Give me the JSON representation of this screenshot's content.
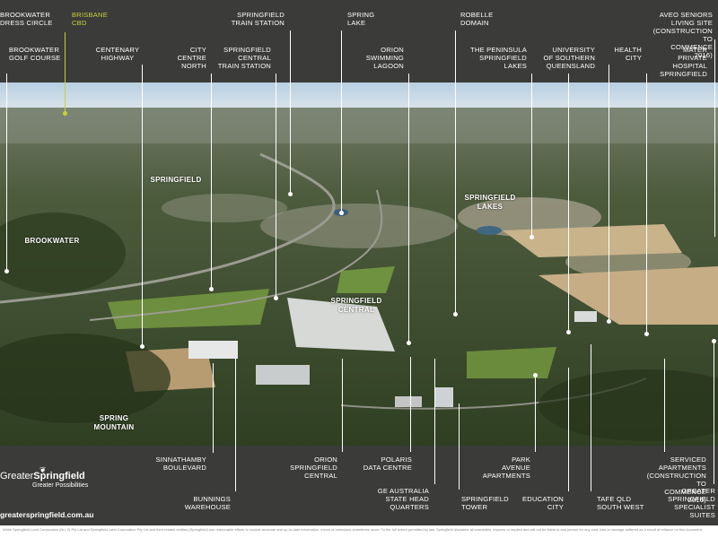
{
  "top_labels": [
    {
      "key": "brookwater_dress_circle",
      "text": "BROOKWATER\nDRESS CIRCLE"
    },
    {
      "key": "brisbane_cbd",
      "text": "BRISBANE\nCBD"
    },
    {
      "key": "brookwater_golf_course",
      "text": "BROOKWATER\nGOLF COURSE"
    },
    {
      "key": "centenary_highway",
      "text": "CENTENARY\nHIGHWAY"
    },
    {
      "key": "city_centre_north",
      "text": "CITY\nCENTRE\nNORTH"
    },
    {
      "key": "springfield_train_station",
      "text": "SPRINGFIELD\nTRAIN STATION"
    },
    {
      "key": "springfield_central_train_station",
      "text": "SPRINGFIELD\nCENTRAL\nTRAIN STATION"
    },
    {
      "key": "spring_lake",
      "text": "SPRING\nLAKE"
    },
    {
      "key": "orion_swimming_lagoon",
      "text": "ORION\nSWIMMING\nLAGOON"
    },
    {
      "key": "robelle_domain",
      "text": "ROBELLE\nDOMAIN"
    },
    {
      "key": "peninsula_springfield_lakes",
      "text": "THE PENINSULA\nSPRINGFIELD\nLAKES"
    },
    {
      "key": "usq",
      "text": "UNIVERSITY\nOF SOUTHERN\nQUEENSLAND"
    },
    {
      "key": "health_city",
      "text": "HEALTH\nCITY"
    },
    {
      "key": "aveo",
      "text": "AVEO SENIORS LIVING SITE\n(CONSTRUCTION TO\nCOMMENCE 2016)"
    },
    {
      "key": "mater",
      "text": "MATER PRIVATE\nHOSPITAL\nSPRINGFIELD"
    }
  ],
  "bottom_labels": [
    {
      "key": "sinnathamby",
      "text": "SINNATHAMBY\nBOULEVARD"
    },
    {
      "key": "bunnings",
      "text": "BUNNINGS\nWAREHOUSE"
    },
    {
      "key": "orion_central",
      "text": "ORION\nSPRINGFIELD\nCENTRAL"
    },
    {
      "key": "polaris",
      "text": "POLARIS\nDATA CENTRE"
    },
    {
      "key": "ge_australia",
      "text": "GE AUSTRALIA\nSTATE HEAD\nQUARTERS"
    },
    {
      "key": "springfield_tower",
      "text": "SPRINGFIELD\nTOWER"
    },
    {
      "key": "park_avenue",
      "text": "PARK\nAVENUE\nAPARTMENTS"
    },
    {
      "key": "education_city",
      "text": "EDUCATION\nCITY"
    },
    {
      "key": "tafe",
      "text": "TAFE QLD\nSOUTH WEST"
    },
    {
      "key": "serviced_apartments",
      "text": "SERVICED APARTMENTS\n(CONSTRUCTION TO\nCOMMENCE 2016)"
    },
    {
      "key": "specialist_suites",
      "text": "GREATER\nSPRINGFIELD\nSPECIALIST SUITES"
    }
  ],
  "area_labels": [
    {
      "key": "springfield",
      "text": "SPRINGFIELD"
    },
    {
      "key": "springfield_lakes",
      "text": "SPRINGFIELD\nLAKES"
    },
    {
      "key": "brookwater",
      "text": "BROOKWATER"
    },
    {
      "key": "springfield_central",
      "text": "SPRINGFIELD\nCENTRAL"
    },
    {
      "key": "spring_mountain",
      "text": "SPRING\nMOUNTAIN"
    }
  ],
  "brand": {
    "name_a": "Greater",
    "name_b": "Springfield",
    "tagline": "Greater Possibilities",
    "url": "greaterspringfield.com.au"
  },
  "disclaimer": "While Springfield Land Corporation (No. 2) Pty Ltd and Springfield Land Corporation Pty Ltd and their related entities (Springfield) use reasonable efforts to include accurate and up-to-date information, errors or omissions sometimes occur. To the full extent permitted by law, Springfield disclaims all warranties, express or implied and will not be liable to any person for any cost, loss or damage suffered as a result of reliance on this document.",
  "colors": {
    "band": "#3b3b39",
    "highlight": "#c6d23a",
    "label": "#ffffff"
  }
}
